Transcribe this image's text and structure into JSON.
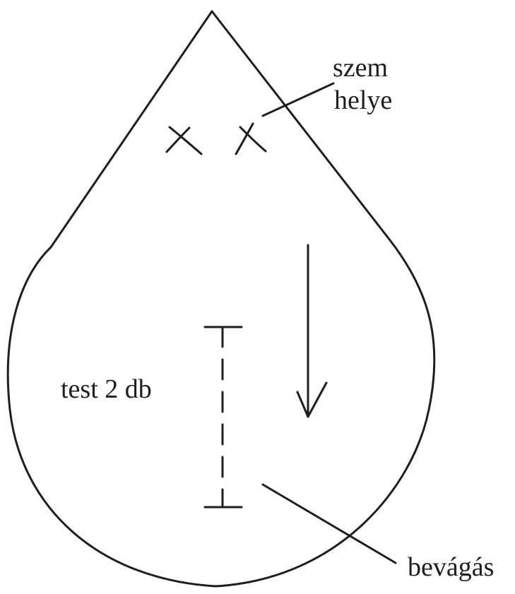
{
  "labels": {
    "eye_line1": "szem",
    "eye_line2": "helye",
    "body_count": "test 2 db",
    "notch": "bevágás"
  },
  "colors": {
    "ink": "#1e1e1e",
    "paper": "#ffffff"
  }
}
